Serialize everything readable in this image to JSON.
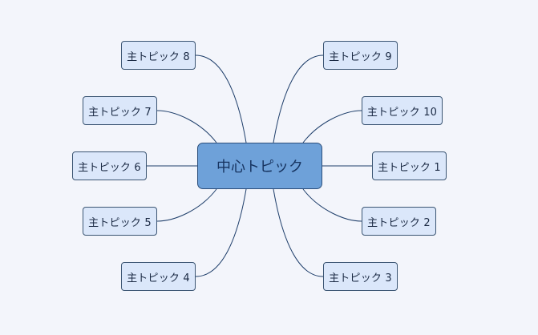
{
  "central_topic": "中心トピック",
  "main_topics": [
    "主トピック 1",
    "主トピック 2",
    "主トピック 3",
    "主トピック 4",
    "主トピック 5",
    "主トピック 6",
    "主トピック 7",
    "主トピック 8",
    "主トピック 9",
    "主トピック 10"
  ],
  "colors": {
    "background": "#f3f5fb",
    "central_fill": "#6ea1d9",
    "topic_fill": "#dbe7fa",
    "connector": "#1f3f6b"
  }
}
